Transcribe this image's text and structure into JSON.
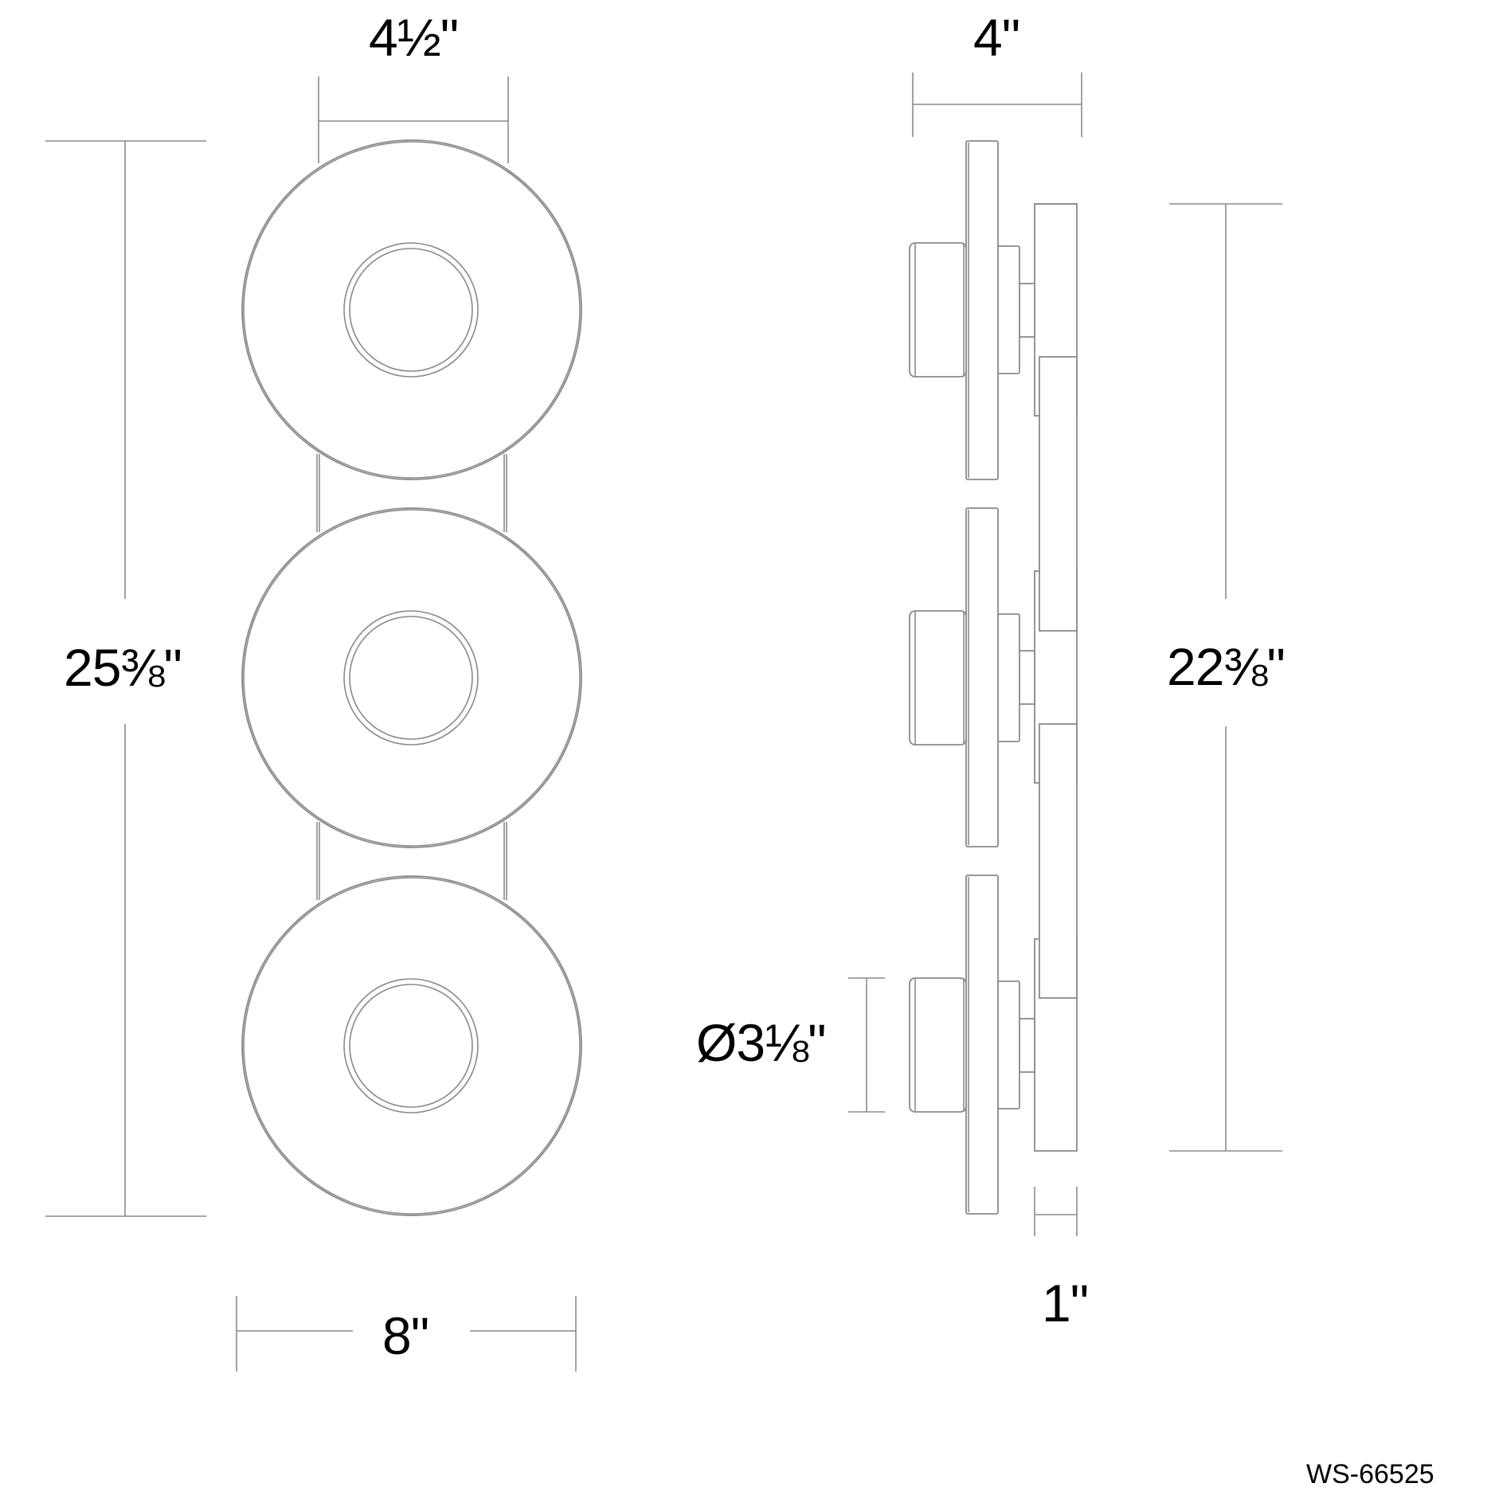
{
  "drawing": {
    "views": [
      "front-view",
      "side-view"
    ],
    "line_color": "#8a8a8a",
    "text_color": "#000000"
  },
  "dimensions": {
    "front_top_width": "4½\"",
    "front_overall_height": "25⅜\"",
    "front_overall_width": "8\"",
    "side_depth": "4\"",
    "side_backplate_height": "22⅜\"",
    "side_lens_diameter": "Ø3⅛\"",
    "side_backplate_depth": "1\""
  },
  "model_number": "WS-66525"
}
